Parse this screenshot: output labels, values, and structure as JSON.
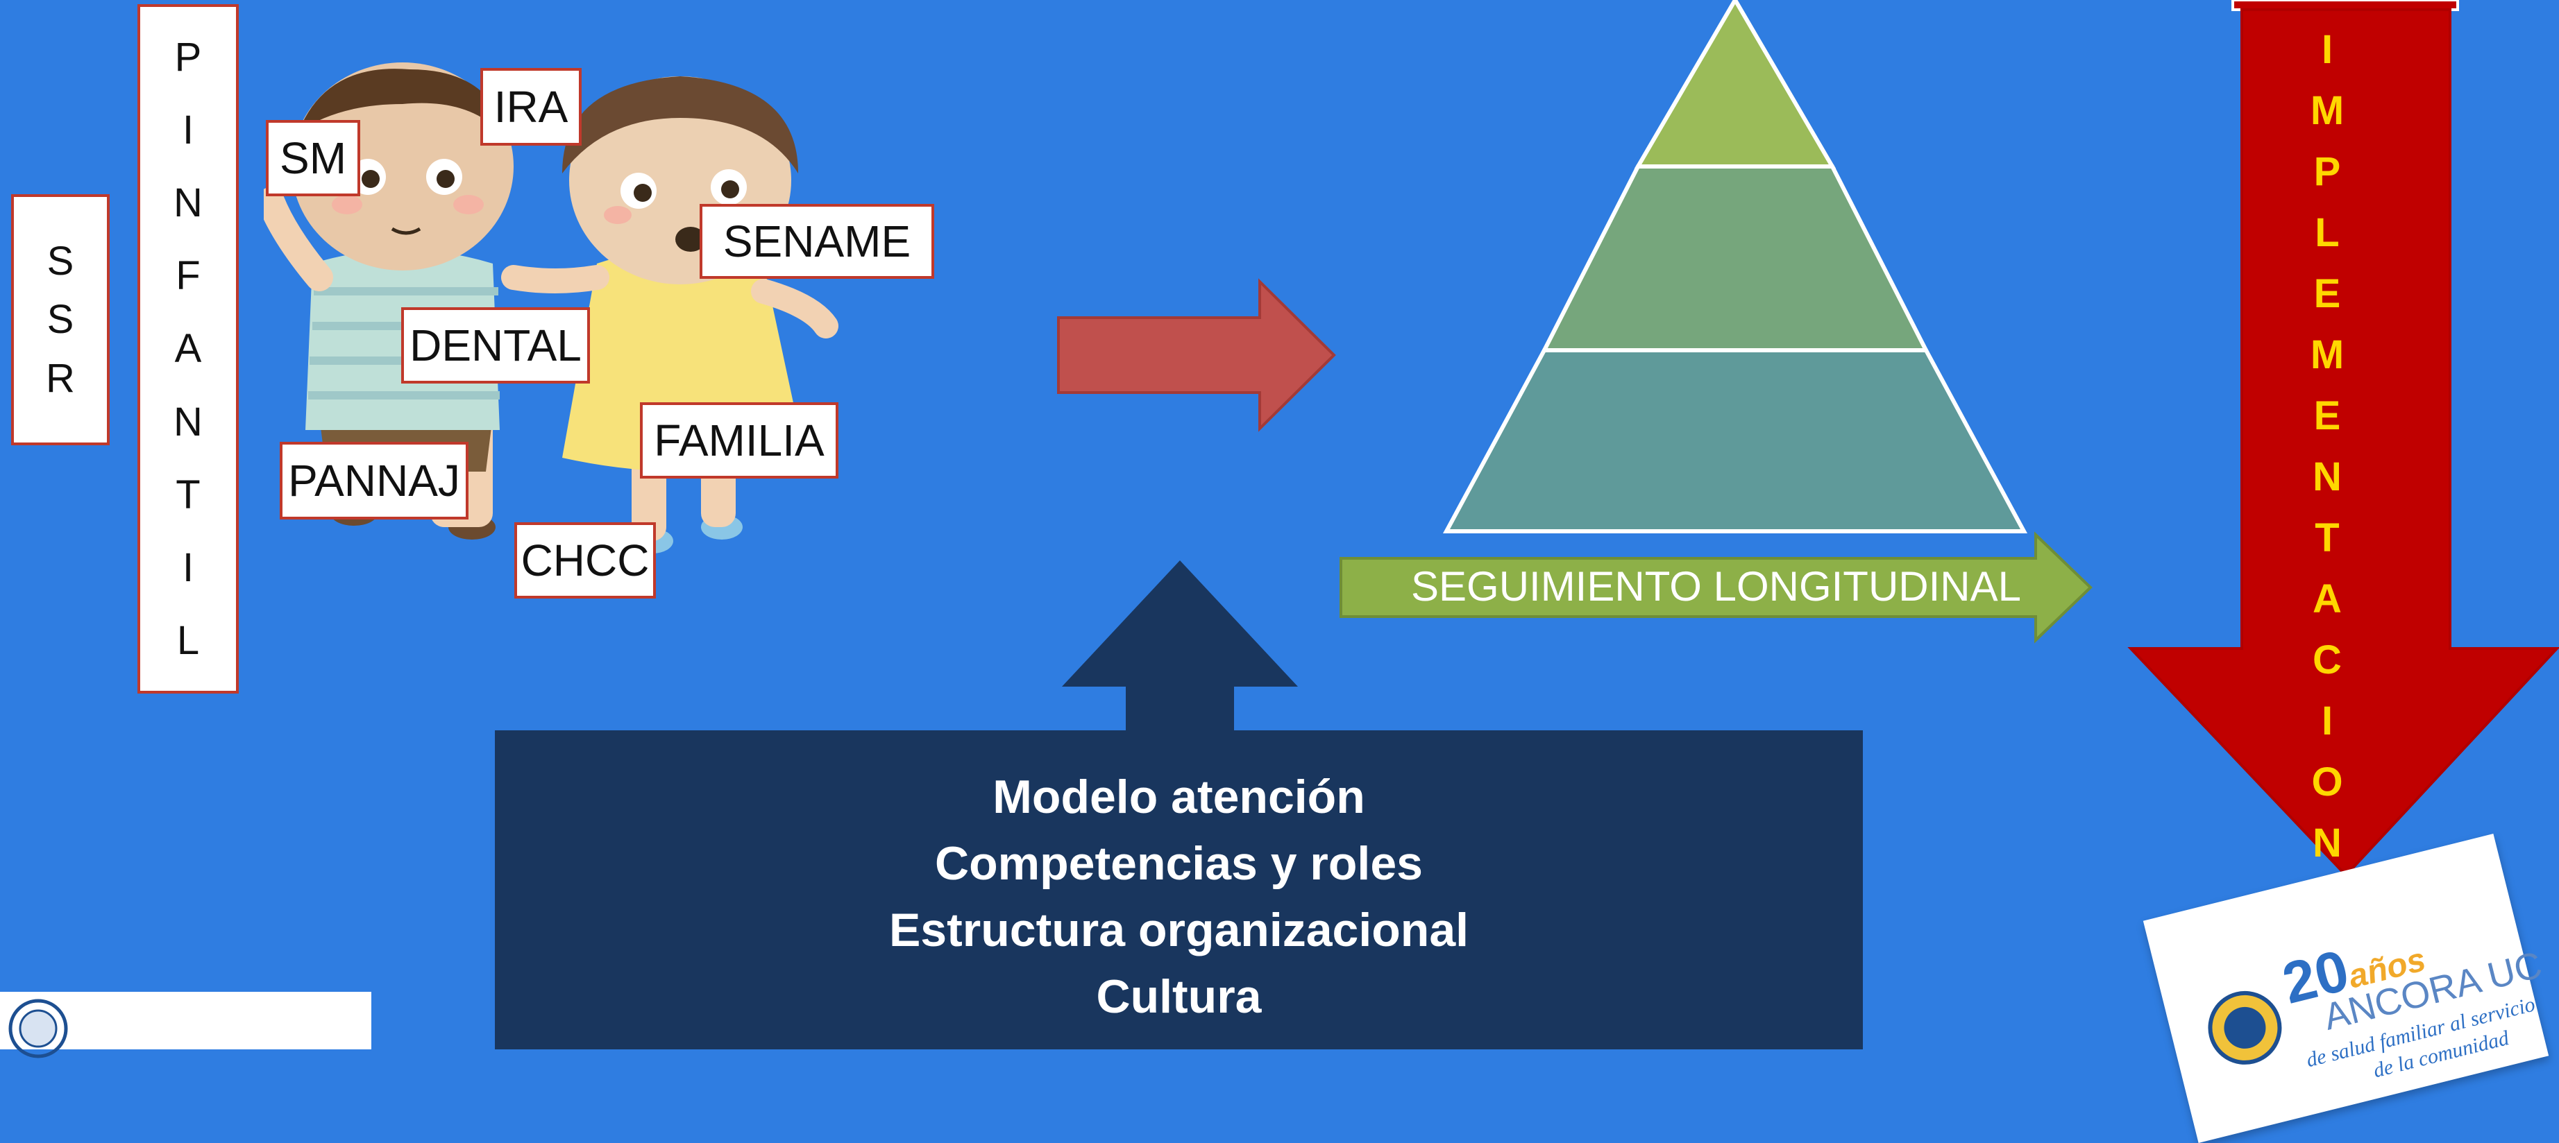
{
  "left_boxes": {
    "ssr": [
      "S",
      "S",
      "R"
    ],
    "pinfantil": [
      "P",
      "I",
      "N",
      "F",
      "A",
      "N",
      "T",
      "I",
      "L"
    ]
  },
  "program_labels": {
    "ira": "IRA",
    "sm": "SM",
    "sename": "SENAME",
    "dental": "DENTAL",
    "familia": "FAMILIA",
    "pannaj": "PANNAJ",
    "chcc": "CHCC"
  },
  "seguimiento_label": "SEGUIMIENTO LONGITUDINAL",
  "implementacion_letters": [
    "I",
    "M",
    "P",
    "L",
    "E",
    "M",
    "E",
    "N",
    "T",
    "A",
    "C",
    "I",
    "O",
    "N"
  ],
  "model_box_lines": [
    "Modelo atención",
    "Competencias y roles",
    "Estructura organizacional",
    "Cultura"
  ],
  "logo_right": {
    "years": "20",
    "years_word": "años",
    "name": "ANCORA UC",
    "tagline_1": "de salud familiar al servicio",
    "tagline_2": "de la comunidad"
  },
  "colors": {
    "background": "#2f7de1",
    "label_border": "#c0392b",
    "arrow_red": "#c0504d",
    "pyramid_top": "#9bbb59",
    "pyramid_mid": "#76a67c",
    "pyramid_bottom": "#5f9a9a",
    "seguimiento_arrow": "#8db048",
    "model_box": "#19365e",
    "impl_arrow": "#c00000",
    "impl_text": "#ffd700"
  }
}
